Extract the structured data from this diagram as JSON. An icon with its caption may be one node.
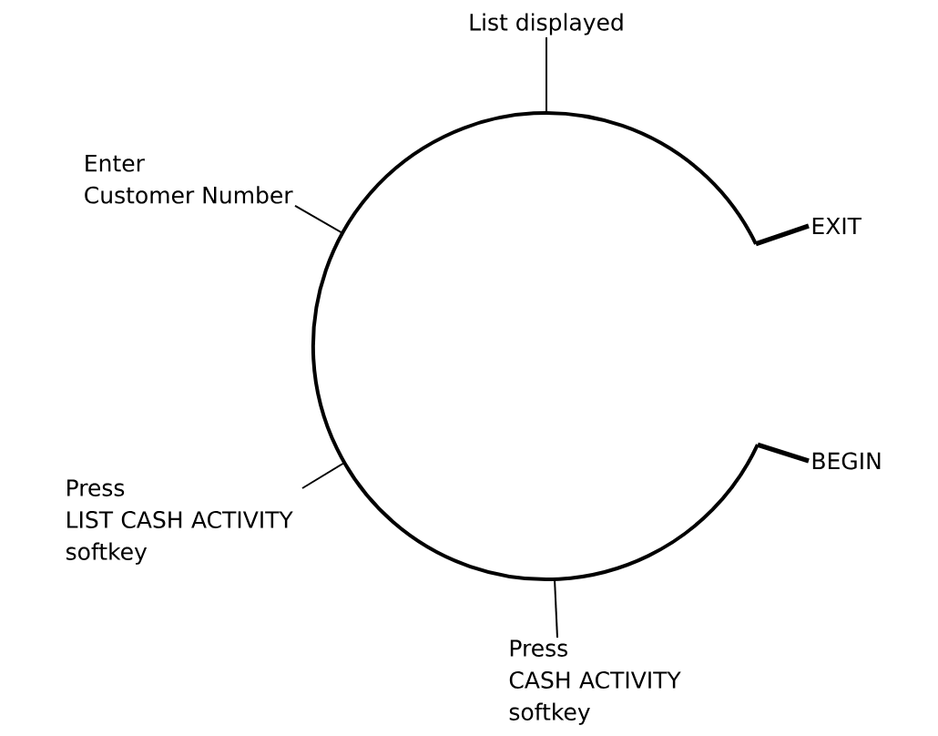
{
  "diagram": {
    "nodes": [
      {
        "text": [
          "List displayed"
        ]
      },
      {
        "text": [
          "Enter",
          "Customer Number"
        ]
      },
      {
        "text": [
          "EXIT"
        ]
      },
      {
        "text": [
          "Press",
          "LIST CASH ACTIVITY softkey"
        ]
      },
      {
        "text": [
          "BEGIN"
        ]
      },
      {
        "text": [
          "Press",
          "CASH ACTIVITY softkey"
        ]
      }
    ],
    "edges": [
      {
        "from": 0,
        "to": null,
        "arrow": "none"
      },
      {
        "from": 1,
        "to": null,
        "arrow": "none"
      },
      {
        "from": 2,
        "to": null,
        "arrow": "none",
        "style": "thick"
      },
      {
        "from": 3,
        "to": null,
        "arrow": "none"
      },
      {
        "from": 4,
        "to": null,
        "arrow": "none",
        "style": "thick"
      },
      {
        "from": 5,
        "to": null,
        "arrow": "none"
      }
    ]
  }
}
